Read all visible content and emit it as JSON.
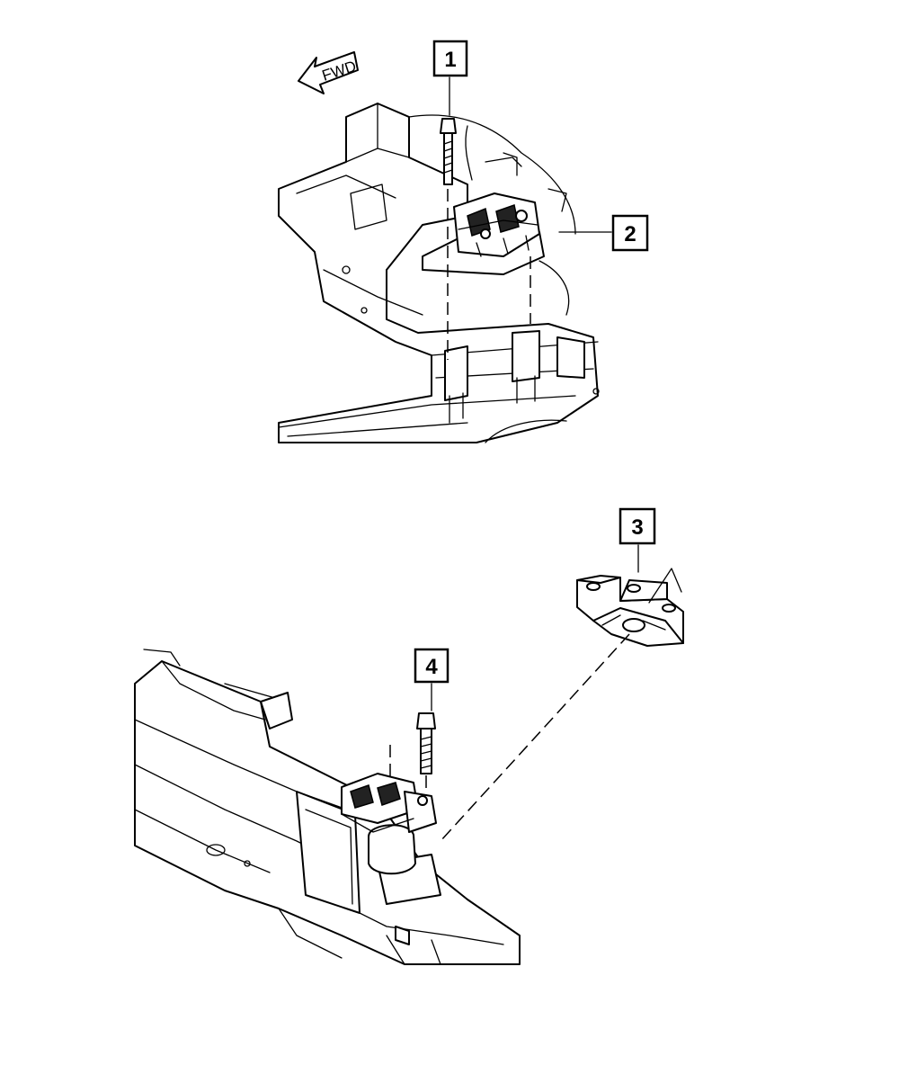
{
  "direction_label": "FWD",
  "callouts": [
    {
      "number": "1"
    },
    {
      "number": "2"
    },
    {
      "number": "3"
    },
    {
      "number": "4"
    }
  ]
}
